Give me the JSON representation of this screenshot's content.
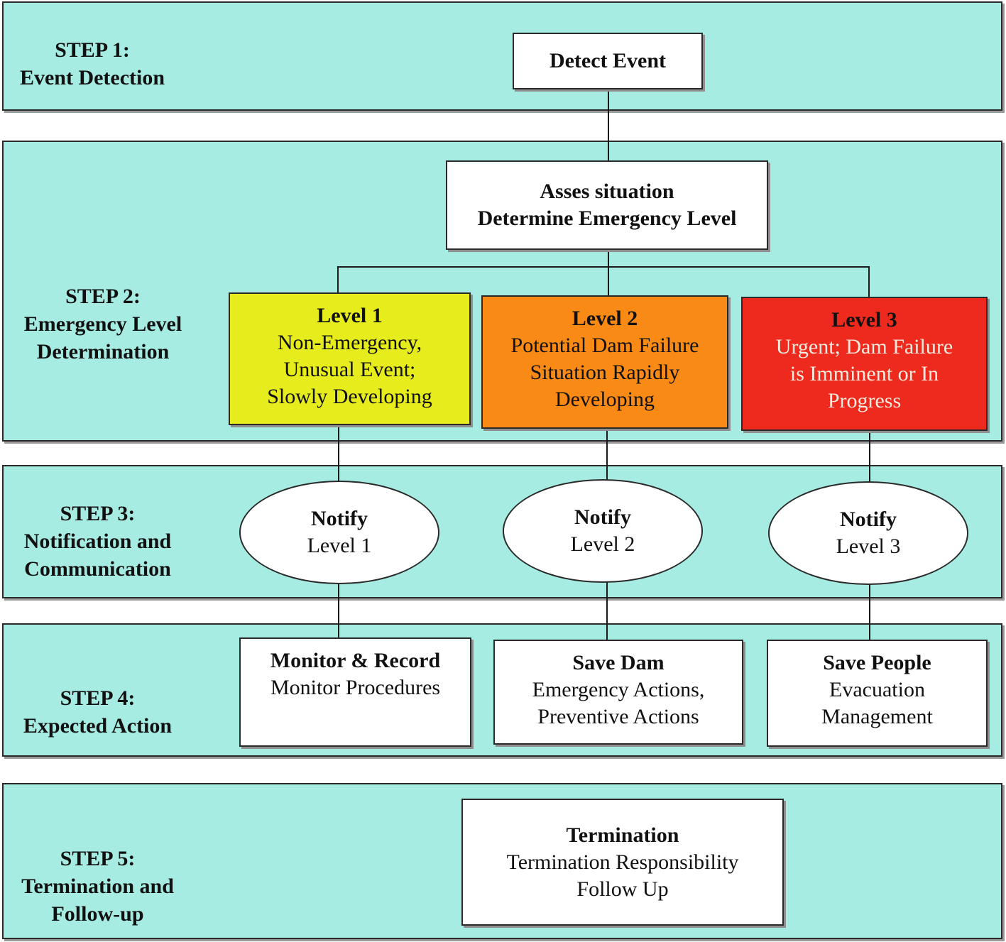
{
  "colors": {
    "band_background": "#a6ece3",
    "level1": "#e7ec1c",
    "level2": "#f98a16",
    "level3": "#ee2a1e"
  },
  "steps": [
    {
      "lines": [
        "STEP 1:",
        "Event Detection"
      ]
    },
    {
      "lines": [
        "STEP 2:",
        "Emergency Level",
        "Determination"
      ]
    },
    {
      "lines": [
        "STEP 3:",
        "Notification and",
        "Communication"
      ]
    },
    {
      "lines": [
        "STEP 4:",
        "Expected Action"
      ]
    },
    {
      "lines": [
        "STEP 5:",
        "Termination and",
        "Follow-up"
      ]
    }
  ],
  "detect": {
    "title": "Detect Event"
  },
  "assess": {
    "title1": "Asses situation",
    "title2": "Determine Emergency Level"
  },
  "levels": [
    {
      "title": "Level 1",
      "lines": [
        "Non-Emergency,",
        "Unusual Event;",
        "Slowly Developing"
      ]
    },
    {
      "title": "Level 2",
      "lines": [
        "Potential Dam Failure",
        "Situation Rapidly",
        "Developing"
      ]
    },
    {
      "title": "Level 3",
      "lines": [
        "Urgent; Dam Failure",
        "is Imminent or In",
        "Progress"
      ]
    }
  ],
  "notify": [
    {
      "title": "Notify",
      "sub": "Level 1"
    },
    {
      "title": "Notify",
      "sub": "Level 2"
    },
    {
      "title": "Notify",
      "sub": "Level 3"
    }
  ],
  "actions": [
    {
      "title": "Monitor & Record",
      "lines": [
        "Monitor Procedures"
      ]
    },
    {
      "title": "Save Dam",
      "lines": [
        "Emergency Actions,",
        "Preventive Actions"
      ]
    },
    {
      "title": "Save People",
      "lines": [
        "Evacuation",
        "Management"
      ]
    }
  ],
  "termination": {
    "title": "Termination",
    "lines": [
      "Termination Responsibility",
      "Follow Up"
    ]
  }
}
